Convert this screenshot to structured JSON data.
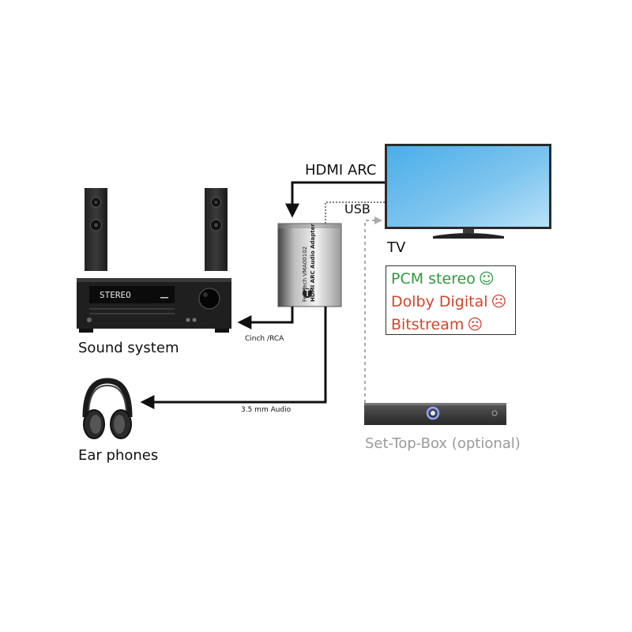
{
  "labels": {
    "hdmi_arc": "HDMI ARC",
    "usb": "USB",
    "tv": "TV",
    "sound_system": "Sound system",
    "cinch": "Cinch /RCA",
    "audio_35": "3.5 mm Audio",
    "ear_phones": "Ear phones",
    "set_top_box": "Set-Top-Box (optional)"
  },
  "adapter": {
    "brand_line": "FeinTech VMA00102",
    "product_line": "HDMI ARC Audio Adapter"
  },
  "receiver": {
    "display_text": "STEREO"
  },
  "compatibility": [
    {
      "text": "PCM stereo",
      "face": "☺",
      "status": "supported",
      "color": "#2e9a3e"
    },
    {
      "text": "Dolby Digital",
      "face": "☹",
      "status": "unsupported",
      "color": "#d2452c"
    },
    {
      "text": "Bitstream",
      "face": "☹",
      "status": "unsupported",
      "color": "#d2452c"
    }
  ],
  "colors": {
    "cable": "#111111",
    "usb_cable": "#555555",
    "optional_cable": "#aaaaaa",
    "optional_text": "#9a9a9a",
    "tv_screen": "#5fb4e6"
  }
}
